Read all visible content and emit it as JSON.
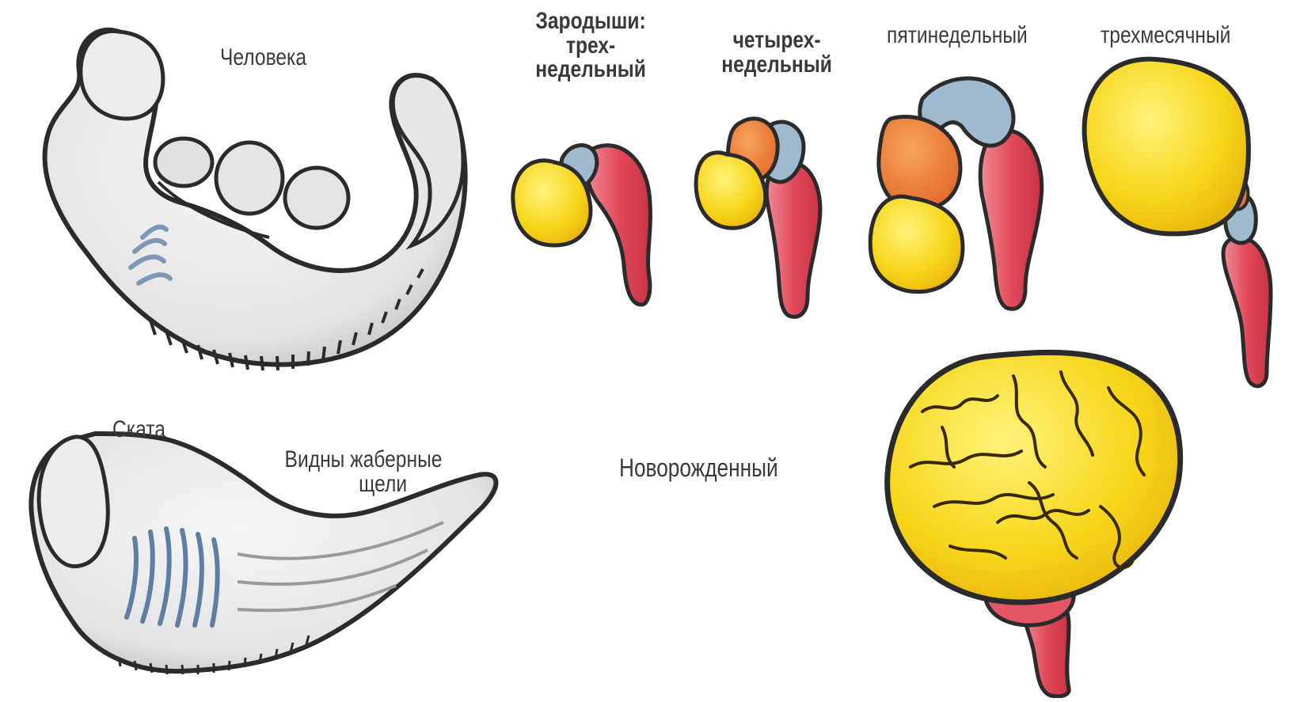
{
  "embryos": {
    "human": {
      "label": "Человека"
    },
    "ray": {
      "label": "Ската",
      "gill_note": [
        "Видны жаберные",
        "щели"
      ]
    }
  },
  "brain_stages": {
    "heading": "Зародыши:",
    "week3": [
      "трех-",
      "недельный"
    ],
    "week4": [
      "четырех-",
      "недельный"
    ],
    "week5": "пятинедельный",
    "month3": "трехмесячный",
    "newborn": "Новорожденный"
  },
  "colors": {
    "forebrain": "#f6dc22",
    "midbrain": "#ee7e35",
    "diencephalon_band": "#9fb9cf",
    "hindbrain_spinal": "#e24a5c",
    "embryo_fill": "#e9e9e9",
    "outline": "#2b2b2b",
    "gill_slits": "#7c98b6"
  }
}
